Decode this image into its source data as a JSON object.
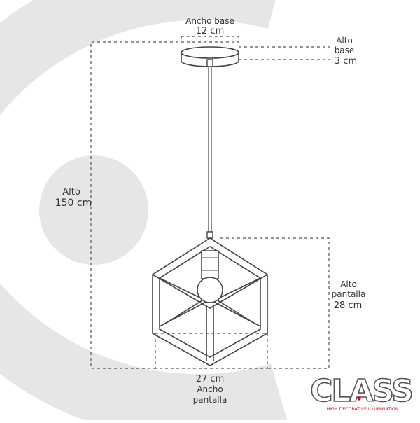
{
  "dimensions": {
    "ancho_base": {
      "label": "Ancho base",
      "value": "12 cm"
    },
    "alto_base": {
      "label_line1": "Alto",
      "label_line2": "base",
      "value": "3 cm"
    },
    "alto_total": {
      "label": "Alto",
      "value": "150 cm"
    },
    "alto_pantalla": {
      "label_line1": "Alto",
      "label_line2": "pantalla",
      "value": "28 cm"
    },
    "ancho_pantalla": {
      "value": "27 cm",
      "label_line1": "Ancho",
      "label_line2": "pantalla"
    }
  },
  "brand": {
    "logo_text": "CLASS",
    "tagline": "HIGH DECORATIVE ILLUMINATION",
    "accent_color": "#e2001a"
  },
  "colors": {
    "background_shape": "#e6e6e6",
    "line": "#444444"
  }
}
